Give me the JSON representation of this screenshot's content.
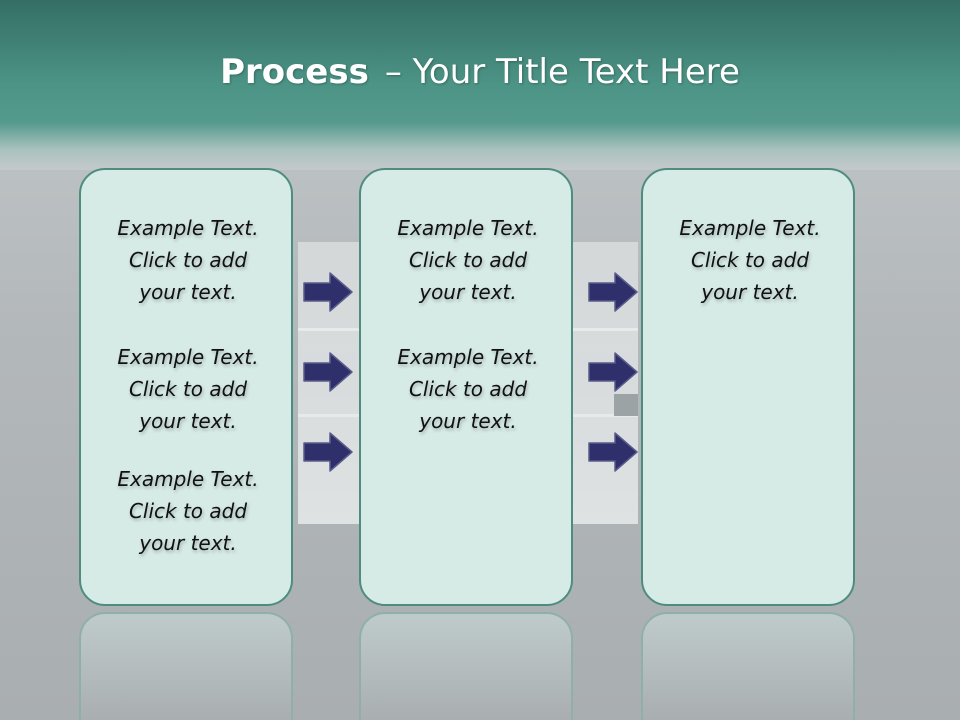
{
  "slide": {
    "title_strong": "Process",
    "title_rest": "– Your Title Text Here"
  },
  "columns": [
    {
      "items": [
        {
          "line1": "Example Text.",
          "line2": "Click  to add",
          "line3": "your text."
        },
        {
          "line1": "Example Text.",
          "line2": "Click  to add",
          "line3": "your text."
        },
        {
          "line1": "Example Text.",
          "line2": "Click  to add",
          "line3": "your text."
        }
      ]
    },
    {
      "items": [
        {
          "line1": "Example Text.",
          "line2": "Click  to add",
          "line3": "your text."
        },
        {
          "line1": "Example Text.",
          "line2": "Click  to add",
          "line3": "your text."
        }
      ]
    },
    {
      "items": [
        {
          "line1": "Example Text.",
          "line2": "Click  to add",
          "line3": "your text."
        }
      ]
    }
  ],
  "colors": {
    "header": "#4c9486",
    "card_fill": "#d6eae6",
    "card_border": "#4f8c80",
    "arrow_fill": "#2e2f6b"
  },
  "icons": [
    "right-arrow-icon"
  ]
}
